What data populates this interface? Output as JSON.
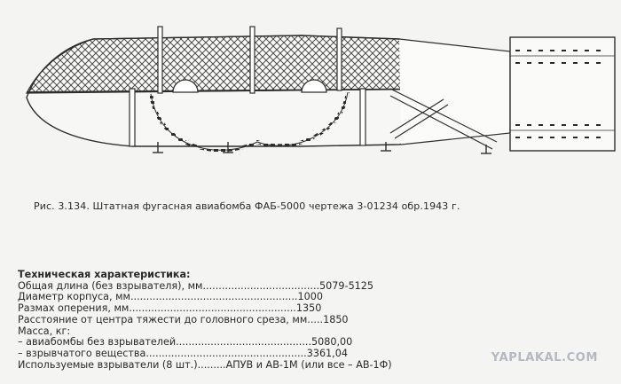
{
  "figure": {
    "caption": "Рис. 3.134. Штатная фугасная авиабомба ФАБ-5000 чертежа 3-01234 обр.1943 г."
  },
  "specs": {
    "heading": "Техническая характеристика:",
    "lines": [
      "Общая длина (без взрывателя), мм.....................................5079-5125",
      "Диаметр корпуса, мм.....................................................1000",
      "Размах оперения, мм.....................................................1350",
      "Расстояние от центра тяжести до головного среза, мм.....1850",
      "Масса, кг:",
      "– авиабомбы без взрывателей...........................................5080,00",
      "– взрывчатого вещества...................................................3361,04",
      "Используемые взрыватели (8 шт.).........АПУВ и АВ-1М (или все – АВ-1Ф)"
    ]
  },
  "watermark": "YAPLAKAL.COM"
}
